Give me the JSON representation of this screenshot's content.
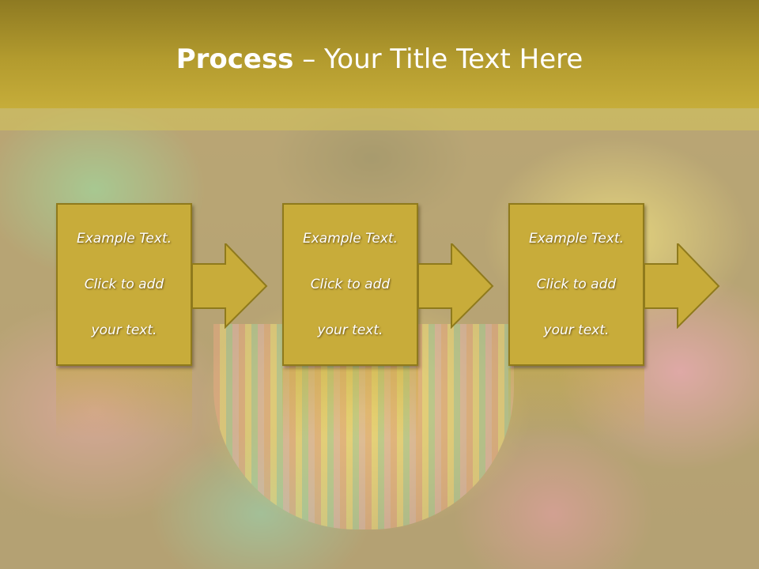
{
  "slide": {
    "title_bold": "Process",
    "title_rest": " – Your Title Text Here"
  },
  "steps": [
    {
      "line1": "Example Text.",
      "line2": "Click  to add",
      "line3": "your text."
    },
    {
      "line1": "Example Text.",
      "line2": "Click  to add",
      "line3": "your text."
    },
    {
      "line1": "Example Text.",
      "line2": "Click  to add",
      "line3": "your text."
    }
  ],
  "colors": {
    "title_band": "#b39b2e",
    "box_fill": "#c8ac3a",
    "box_border": "#8f7a1c",
    "text": "#ffffff"
  }
}
